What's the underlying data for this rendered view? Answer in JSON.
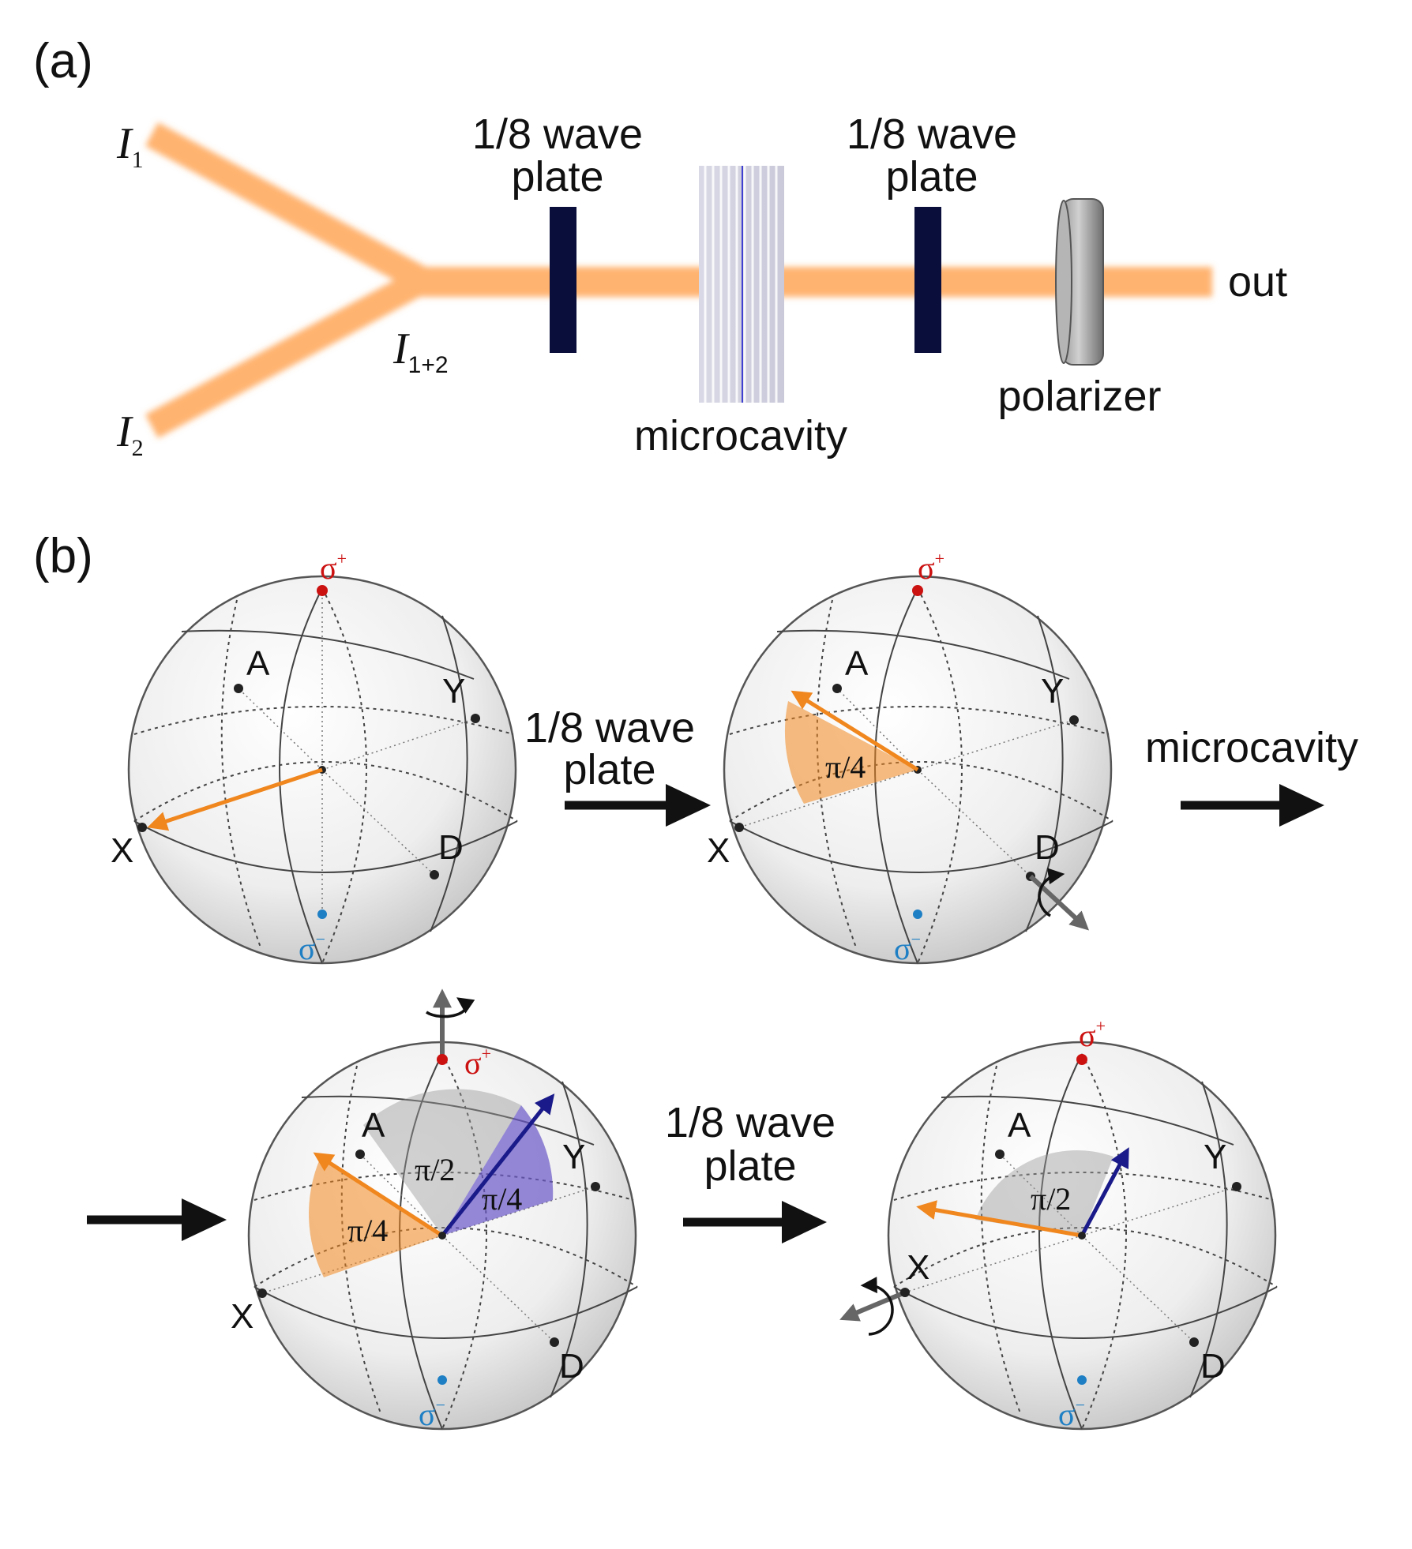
{
  "panel_a": {
    "label": "(a)",
    "input1": {
      "symbol": "I",
      "subscript": "1"
    },
    "input2": {
      "symbol": "I",
      "subscript": "2"
    },
    "combined": {
      "symbol": "I",
      "subscript": "1+2"
    },
    "waveplate1": {
      "line1": "1/8 wave",
      "line2": "plate"
    },
    "microcavity": "microcavity",
    "waveplate2": {
      "line1": "1/8 wave",
      "line2": "plate"
    },
    "polarizer": "polarizer",
    "output": "out",
    "colors": {
      "beam": "#ffb370",
      "waveplate": "#0a0e3a",
      "cavity_line": "#4040d0",
      "polarizer": "#8a8a8a"
    }
  },
  "panel_b": {
    "label": "(b)",
    "arrow1_label": {
      "line1": "1/8 wave",
      "line2": "plate"
    },
    "arrow2_label": "microcavity",
    "arrow3_label": {
      "line1": "1/8 wave",
      "line2": "plate"
    },
    "sphere_labels": {
      "sigma_plus": "σ",
      "sigma_plus_sup": "+",
      "sigma_minus": "σ",
      "sigma_minus_sup": "−",
      "A": "A",
      "Y": "Y",
      "X": "X",
      "D": "D"
    },
    "angles": {
      "s2_orange": "π/4",
      "s3_gray": "π/2",
      "s3_orange": "π/4",
      "s3_purple": "π/4",
      "s4_gray": "π/2"
    },
    "colors": {
      "orange": "#f0861e",
      "purple": "#1a1a8a",
      "sigma_plus": "#cc1111",
      "sigma_minus": "#1f7fc4",
      "rotation_axis": "#666666"
    }
  }
}
